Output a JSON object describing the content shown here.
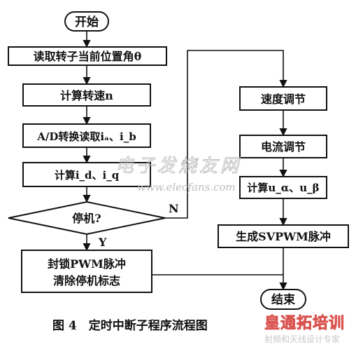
{
  "nodes": {
    "start": "开始",
    "read_rotor": "读取转子当前位置角θ",
    "calc_speed": "计算转速n",
    "ad_read": "A/D转换读取iₐ、i_b",
    "calc_idq": "计算i_d、i_q",
    "stop_check": "停机?",
    "lock_pwm_line1": "封锁PWM脉冲",
    "lock_pwm_line2": "清除停机标志",
    "speed_reg": "速度调节",
    "current_reg": "电流调节",
    "calc_ualpha": "计算u_α、u_β",
    "gen_svpwm": "生成SVPWM脉冲",
    "end": "结束"
  },
  "branches": {
    "yes": "Y",
    "no": "N"
  },
  "caption": "图 4　定时中断子程序流程图",
  "watermarks": {
    "cn_site": "电子发烧友网",
    "url": "www.elecfans.com",
    "brand": "皇通拓培训",
    "brand_sub": "射频和天线设计专家"
  },
  "colors": {
    "ink": "#111111",
    "watermark_red": "#d9534f",
    "watermark_gray": "#c9c9c9"
  }
}
